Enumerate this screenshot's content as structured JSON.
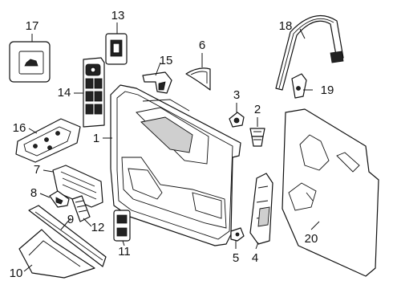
{
  "callouts": [
    {
      "id": "1",
      "text": "1"
    },
    {
      "id": "2",
      "text": "2"
    },
    {
      "id": "3",
      "text": "3"
    },
    {
      "id": "4",
      "text": "4"
    },
    {
      "id": "5",
      "text": "5"
    },
    {
      "id": "6",
      "text": "6"
    },
    {
      "id": "7",
      "text": "7"
    },
    {
      "id": "8",
      "text": "8"
    },
    {
      "id": "9",
      "text": "9"
    },
    {
      "id": "10",
      "text": "10"
    },
    {
      "id": "11",
      "text": "11"
    },
    {
      "id": "12",
      "text": "12"
    },
    {
      "id": "13",
      "text": "13"
    },
    {
      "id": "14",
      "text": "14"
    },
    {
      "id": "15",
      "text": "15"
    },
    {
      "id": "16",
      "text": "16"
    },
    {
      "id": "17",
      "text": "17"
    },
    {
      "id": "18",
      "text": "18"
    },
    {
      "id": "19",
      "text": "19"
    },
    {
      "id": "20",
      "text": "20"
    }
  ],
  "colors": {
    "line": "#111111",
    "background": "#ffffff",
    "fill_gray": "#cfcfcf"
  }
}
